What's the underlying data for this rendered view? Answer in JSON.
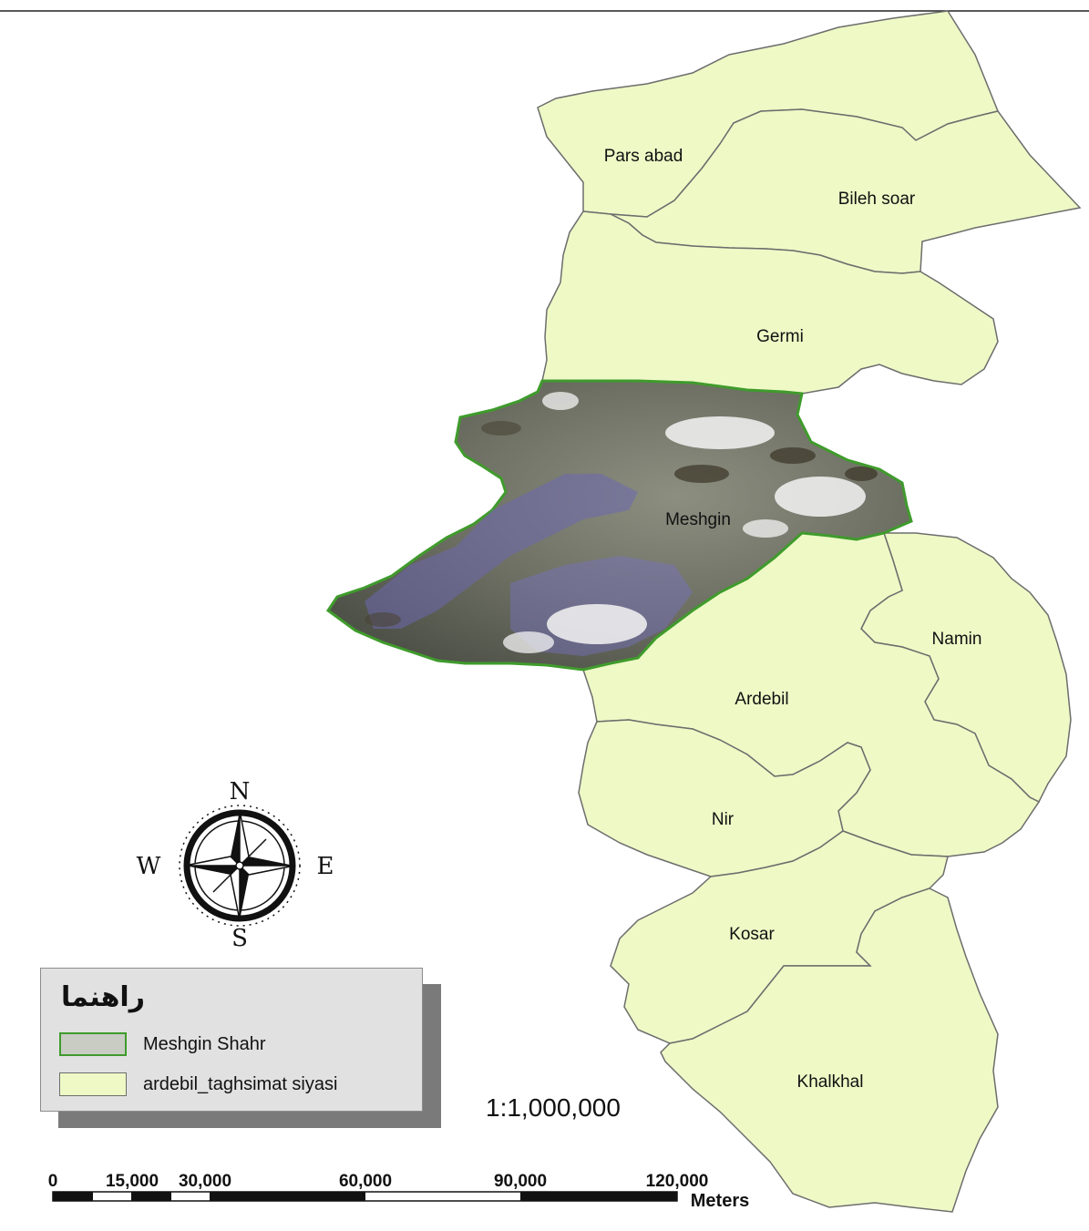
{
  "districts": [
    {
      "name": "Pars abad"
    },
    {
      "name": "Bileh soar"
    },
    {
      "name": "Germi"
    },
    {
      "name": "Meshgin"
    },
    {
      "name": "Namin"
    },
    {
      "name": "Ardebil"
    },
    {
      "name": "Nir"
    },
    {
      "name": "Kosar"
    },
    {
      "name": "Khalkhal"
    }
  ],
  "compass": {
    "n": "N",
    "s": "S",
    "e": "E",
    "w": "W"
  },
  "legend": {
    "title": "راهنما",
    "items": [
      {
        "label": "Meshgin Shahr",
        "color": "#c8ccc3",
        "border": "#3f9b2c"
      },
      {
        "label": "ardebil_taghsimat siyasi",
        "color": "#eef9c6",
        "border": "#6d6d6d"
      }
    ]
  },
  "scale": {
    "ratio": "1:1,000,000",
    "labels": [
      "0",
      "15,000",
      "30,000",
      "60,000",
      "90,000",
      "120,000"
    ],
    "unit": "Meters"
  },
  "colors": {
    "district_fill": "#eef9c6",
    "highlight_border": "#3f9b2c",
    "border": "#6d6d6d"
  }
}
